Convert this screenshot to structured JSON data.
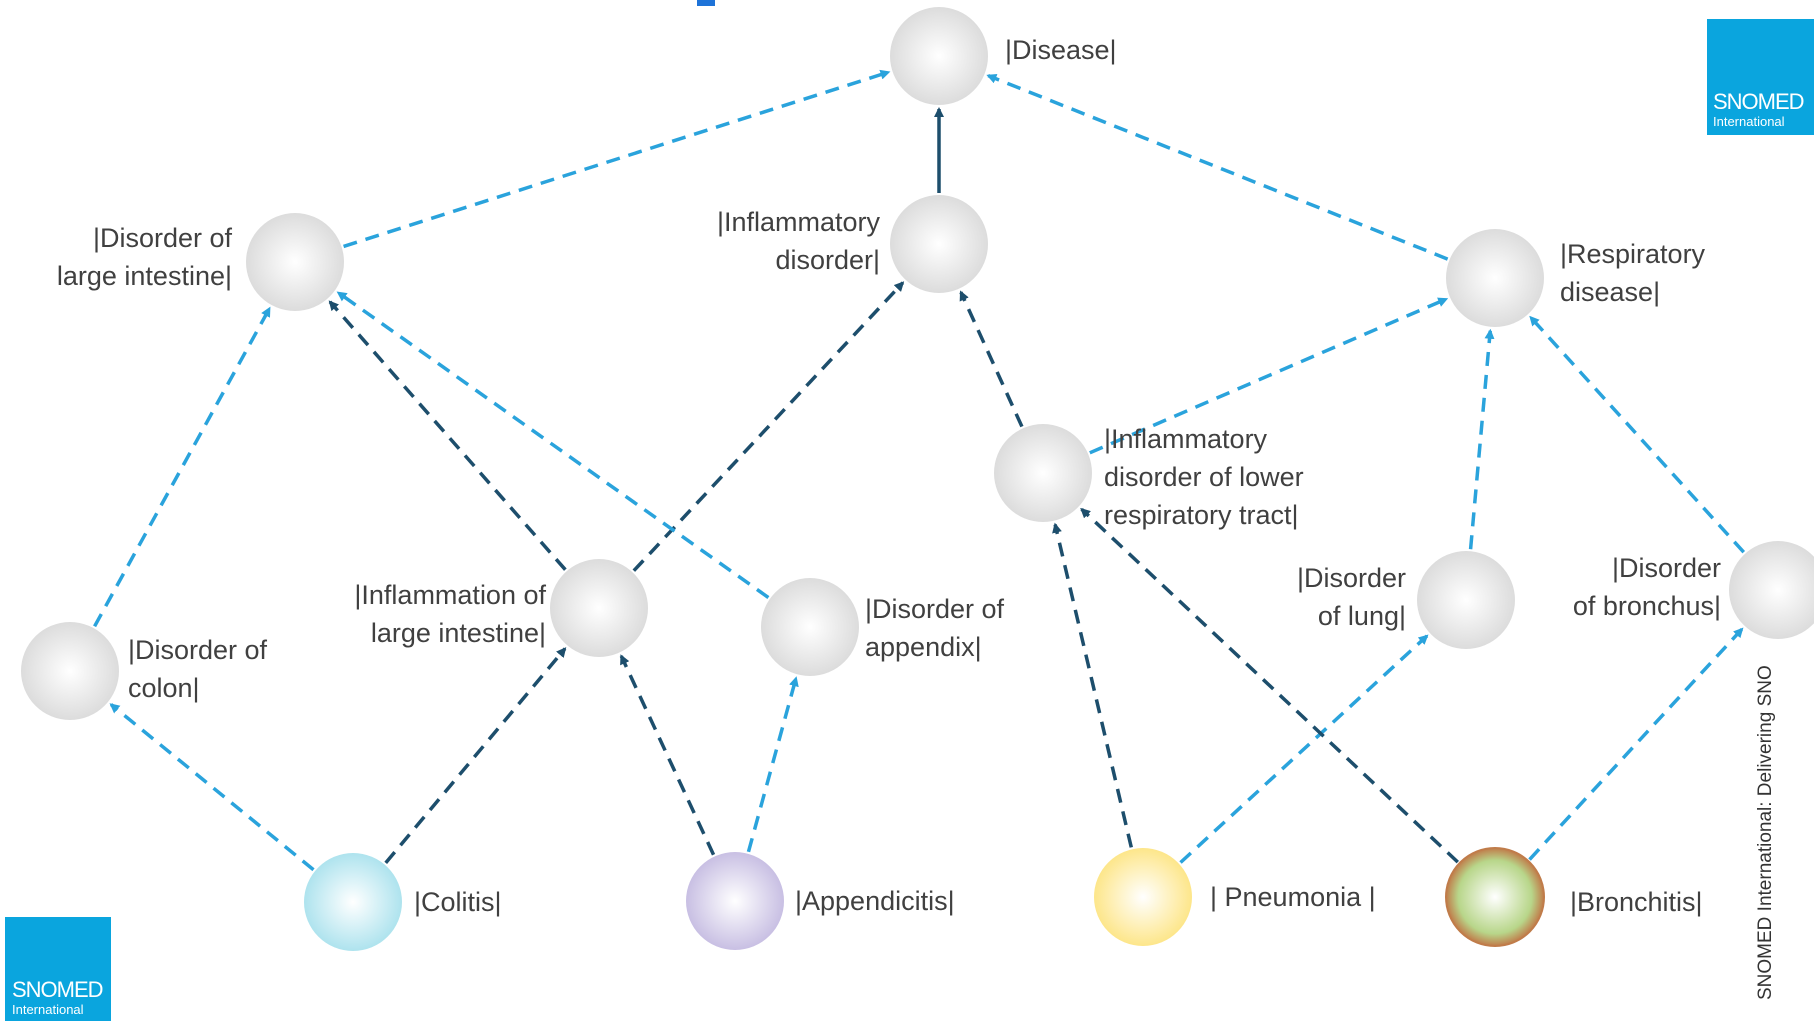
{
  "colors": {
    "is_a_arrow": "#2aa3dc",
    "inflammation_arrow": "#1d4e6c",
    "colitis": "#aee3ee",
    "appendicitis": "#c8bfe3",
    "pneumonia": "#fde68a",
    "bronchitis": "#b8d68a",
    "bronchitis_ring": "#c07c4a",
    "node": "#e8e8e8",
    "brand": "#0aa5de"
  },
  "nodes": [
    {
      "id": "disease",
      "lines": [
        "|Disease|"
      ],
      "fill": "grey"
    },
    {
      "id": "disorder-large-intestine",
      "lines": [
        "|Disorder of",
        "large intestine|"
      ],
      "fill": "grey"
    },
    {
      "id": "inflammatory-disorder",
      "lines": [
        "|Inflammatory",
        "disorder|"
      ],
      "fill": "grey"
    },
    {
      "id": "respiratory-disease",
      "lines": [
        "|Respiratory",
        "disease|"
      ],
      "fill": "grey"
    },
    {
      "id": "inflammatory-lower-resp",
      "lines": [
        "|Inflammatory",
        "disorder of lower",
        "respiratory tract|"
      ],
      "fill": "grey"
    },
    {
      "id": "disorder-colon",
      "lines": [
        "|Disorder of",
        "colon|"
      ],
      "fill": "grey"
    },
    {
      "id": "inflammation-large-intestine",
      "lines": [
        "|Inflammation of",
        "large intestine|"
      ],
      "fill": "grey"
    },
    {
      "id": "disorder-appendix",
      "lines": [
        "|Disorder of",
        "appendix|"
      ],
      "fill": "grey"
    },
    {
      "id": "disorder-lung",
      "lines": [
        "|Disorder",
        "of lung|"
      ],
      "fill": "grey"
    },
    {
      "id": "disorder-bronchus",
      "lines": [
        "|Disorder",
        "of bronchus|"
      ],
      "fill": "grey"
    },
    {
      "id": "colitis",
      "lines": [
        "|Colitis|"
      ],
      "fill": "colitis"
    },
    {
      "id": "appendicitis",
      "lines": [
        "|Appendicitis|"
      ],
      "fill": "appendicitis"
    },
    {
      "id": "pneumonia",
      "lines": [
        "| Pneumonia |"
      ],
      "fill": "pneumonia"
    },
    {
      "id": "bronchitis",
      "lines": [
        "|Bronchitis|"
      ],
      "fill": "bronchitis"
    }
  ],
  "edges": [
    {
      "from": "inflammatory-disorder",
      "to": "disease",
      "style": "solid-dark"
    },
    {
      "from": "disorder-large-intestine",
      "to": "disease",
      "style": "dashed-light"
    },
    {
      "from": "respiratory-disease",
      "to": "disease",
      "style": "dashed-light"
    },
    {
      "from": "disorder-colon",
      "to": "disorder-large-intestine",
      "style": "dashed-light"
    },
    {
      "from": "inflammation-large-intestine",
      "to": "disorder-large-intestine",
      "style": "dashed-dark"
    },
    {
      "from": "inflammation-large-intestine",
      "to": "inflammatory-disorder",
      "style": "dashed-dark"
    },
    {
      "from": "disorder-appendix",
      "to": "disorder-large-intestine",
      "style": "dashed-light"
    },
    {
      "from": "inflammatory-lower-resp",
      "to": "inflammatory-disorder",
      "style": "dashed-dark"
    },
    {
      "from": "inflammatory-lower-resp",
      "to": "respiratory-disease",
      "style": "dashed-light"
    },
    {
      "from": "disorder-lung",
      "to": "respiratory-disease",
      "style": "dashed-light"
    },
    {
      "from": "disorder-bronchus",
      "to": "respiratory-disease",
      "style": "dashed-light"
    },
    {
      "from": "colitis",
      "to": "disorder-colon",
      "style": "dashed-light"
    },
    {
      "from": "colitis",
      "to": "inflammation-large-intestine",
      "style": "dashed-dark"
    },
    {
      "from": "appendicitis",
      "to": "inflammation-large-intestine",
      "style": "dashed-dark"
    },
    {
      "from": "appendicitis",
      "to": "disorder-appendix",
      "style": "dashed-light"
    },
    {
      "from": "pneumonia",
      "to": "inflammatory-lower-resp",
      "style": "dashed-dark"
    },
    {
      "from": "pneumonia",
      "to": "disorder-lung",
      "style": "dashed-light"
    },
    {
      "from": "bronchitis",
      "to": "inflammatory-lower-resp",
      "style": "dashed-dark"
    },
    {
      "from": "bronchitis",
      "to": "disorder-bronchus",
      "style": "dashed-light"
    }
  ],
  "logo_top": {
    "line1": "SNOMED",
    "line2": "International"
  },
  "logo_bottom": {
    "line1": "SNOMED",
    "line2": "International"
  },
  "side_text": "SNOMED International: Delivering SNO"
}
